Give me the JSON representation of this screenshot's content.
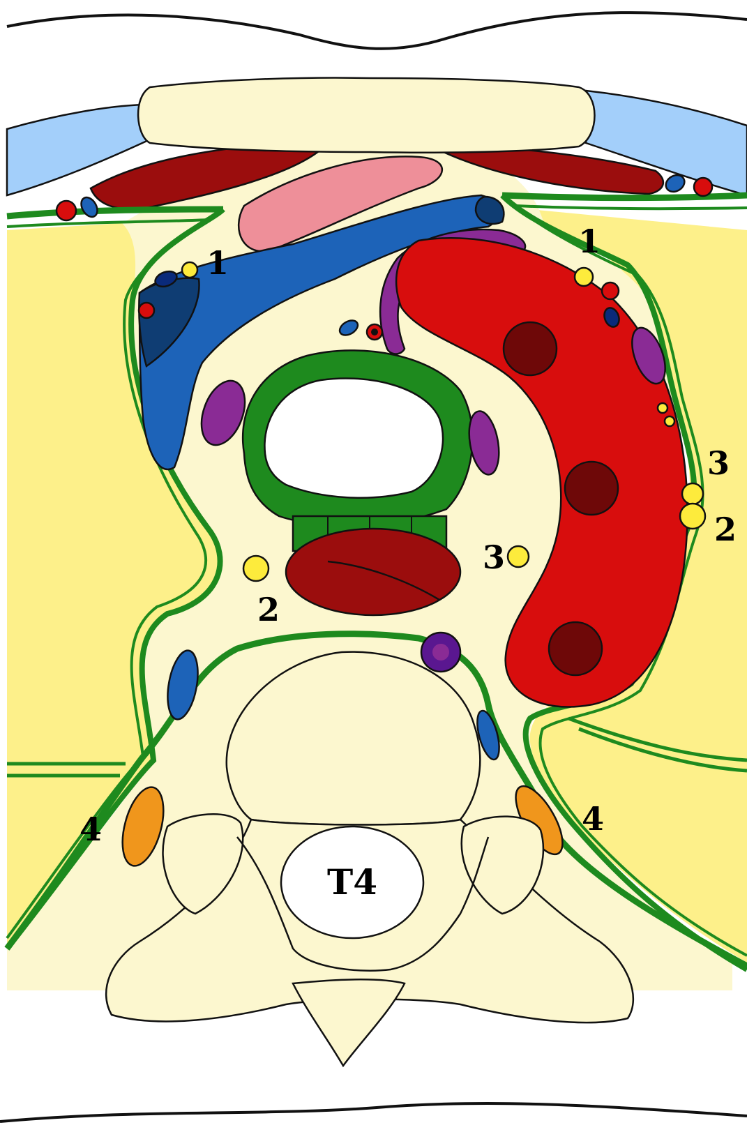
{
  "colors": {
    "background": "#ffffff",
    "outline": "#111111",
    "lung": "#fdf08a",
    "mediastinum": "#fcf7cf",
    "pleura": "#1e8a1e",
    "pleura_gap": "#ffffff",
    "pectoral_muscle": "#a3cffa",
    "sternum": "#fcf7cf",
    "thymus": "#ee8f99",
    "transverse_muscle": "#9b0d0d",
    "brachiocephalic_vein": "#1d63b8",
    "brachiocephalic_vein_dark": "#0f3d73",
    "aortic_arch": "#d80d0d",
    "aortic_branch_lumen": "#6e0808",
    "pulmonary_artery_shadow": "#8a2b95",
    "trachea_wall": "#1e8a1e",
    "trachea_lumen": "#ffffff",
    "esophagus": "#9b0d0d",
    "azygos": "#5a1790",
    "lymph_node": "#fdeb3c",
    "sympathetic_trunk": "#f0961c",
    "vertebra": "#fcf7cf",
    "artery_small": "#d80d0d",
    "vein_small": "#1d63b8",
    "vein_dark_small": "#0a2a7a"
  },
  "labels": {
    "vertebra": "T4",
    "marker_1": "1",
    "marker_2": "2",
    "marker_3": "3",
    "marker_4": "4"
  },
  "icons": {
    "vertebral_body_icon": "vertebra-body",
    "sternum_icon": "sternum",
    "trachea_icon": "trachea-ring",
    "aorta_icon": "aortic-arch",
    "vein_icon": "brachiocephalic-vein"
  }
}
